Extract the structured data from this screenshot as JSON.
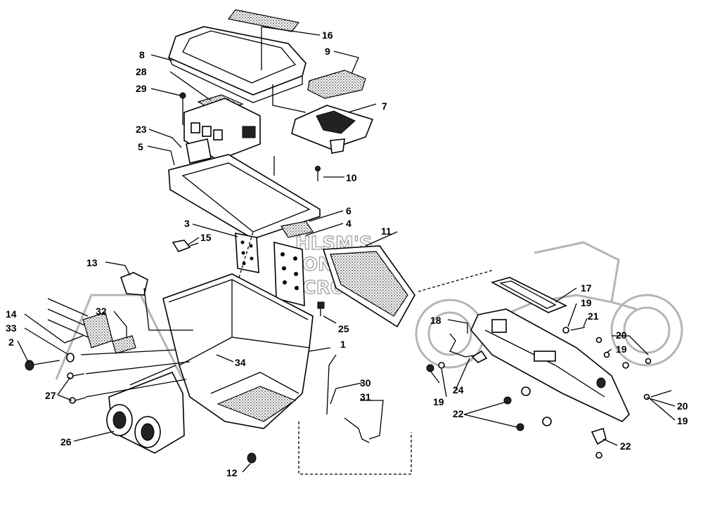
{
  "diagram": {
    "watermark": [
      "HLSM'S",
      "ONLINE",
      "MICROFICHE"
    ],
    "callouts": [
      {
        "id": "c16",
        "text": "16"
      },
      {
        "id": "c8",
        "text": "8"
      },
      {
        "id": "c9",
        "text": "9"
      },
      {
        "id": "c28",
        "text": "28"
      },
      {
        "id": "c29",
        "text": "29"
      },
      {
        "id": "c7",
        "text": "7"
      },
      {
        "id": "c23",
        "text": "23"
      },
      {
        "id": "c5",
        "text": "5"
      },
      {
        "id": "c10",
        "text": "10"
      },
      {
        "id": "c6",
        "text": "6"
      },
      {
        "id": "c4",
        "text": "4"
      },
      {
        "id": "c3",
        "text": "3"
      },
      {
        "id": "c11",
        "text": "11"
      },
      {
        "id": "c15",
        "text": "15"
      },
      {
        "id": "c13",
        "text": "13"
      },
      {
        "id": "c17",
        "text": "17"
      },
      {
        "id": "c19a",
        "text": "19"
      },
      {
        "id": "c21",
        "text": "21"
      },
      {
        "id": "c18",
        "text": "18"
      },
      {
        "id": "c20a",
        "text": "20"
      },
      {
        "id": "c19b",
        "text": "19"
      },
      {
        "id": "c14",
        "text": "14"
      },
      {
        "id": "c32",
        "text": "32"
      },
      {
        "id": "c25",
        "text": "25"
      },
      {
        "id": "c33",
        "text": "33"
      },
      {
        "id": "c2",
        "text": "2"
      },
      {
        "id": "c1",
        "text": "1"
      },
      {
        "id": "c34",
        "text": "34"
      },
      {
        "id": "c24",
        "text": "24"
      },
      {
        "id": "c27",
        "text": "27"
      },
      {
        "id": "c30",
        "text": "30"
      },
      {
        "id": "c31",
        "text": "31"
      },
      {
        "id": "c19c",
        "text": "19"
      },
      {
        "id": "c22a",
        "text": "22"
      },
      {
        "id": "c20b",
        "text": "20"
      },
      {
        "id": "c19d",
        "text": "19"
      },
      {
        "id": "c26",
        "text": "26"
      },
      {
        "id": "c22b",
        "text": "22"
      },
      {
        "id": "c12",
        "text": "12"
      }
    ]
  }
}
